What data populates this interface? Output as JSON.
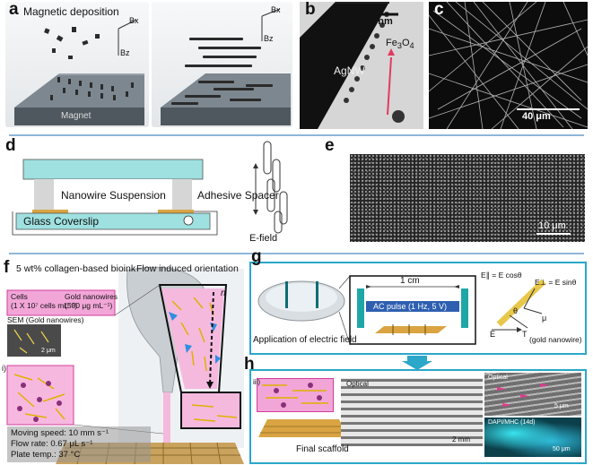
{
  "panels": {
    "a": {
      "label": "a",
      "title": "Magnetic deposition",
      "axis_bx": "Bx",
      "axis_bz": "Bz",
      "axis2_bx": "Bx",
      "axis2_bz": "Bz",
      "base_label": "Magnet"
    },
    "b": {
      "label": "b",
      "scale": "40 nm",
      "wire_label": "AgNW",
      "particle_label": "Fe",
      "particle_sub1": "3",
      "particle_mid": "O",
      "particle_sub2": "4"
    },
    "c": {
      "label": "c",
      "scale": "40 μm"
    },
    "d": {
      "label": "d",
      "suspension": "Nanowire Suspension",
      "spacer": "Adhesive Spacer",
      "coverslip": "Glass Coverslip",
      "efield": "E-field"
    },
    "e": {
      "label": "e",
      "scale": "10 μm"
    },
    "f": {
      "label": "f",
      "bioink": "5 wt% collagen-based bioink",
      "orientation": "Flow induced orientation",
      "cells_line1": "Cells",
      "cells_line2": "(1 X 10⁷ cells mL⁻¹)",
      "gold_line1": "Gold nanowires",
      "gold_line2": "(500 μg mL⁻¹)",
      "sem_title": "SEM (Gold nanowires)",
      "sem_scale": "2 μm",
      "sub_i": "i)",
      "normal": "n",
      "speed": "Moving speed: 10 mm s⁻¹",
      "flow": "Flow rate: 0.67 μL s⁻¹",
      "temp": "Plate temp.: 37 °C"
    },
    "g": {
      "label": "g",
      "caption": "Application of electric field",
      "width": "1 cm",
      "pulse": "AC pulse (1 Hz, 5 V)",
      "epar": "E∥ = E cosθ",
      "eperp": "E⊥ = E sinθ",
      "theta": "θ",
      "e": "E",
      "mu": "μ",
      "t": "T",
      "gold": "(gold nanowire)"
    },
    "h": {
      "label": "h",
      "sub_iii": "iii)",
      "optical": "Optical",
      "optical2": "Optical",
      "scale_mm": "2 mm",
      "scale_um": "5 μm",
      "dapi": "DAPI/MHC (14d)",
      "scale_50": "50 μm",
      "caption": "Final scaffold"
    }
  },
  "colors": {
    "divider": "#8fb6d8",
    "teal_box": "#2aa7c9",
    "pink": "#f2a6d8",
    "magenta": "#d23c9b",
    "cyan_fluor": "#2fd0e0",
    "gold": "#d9a441"
  }
}
